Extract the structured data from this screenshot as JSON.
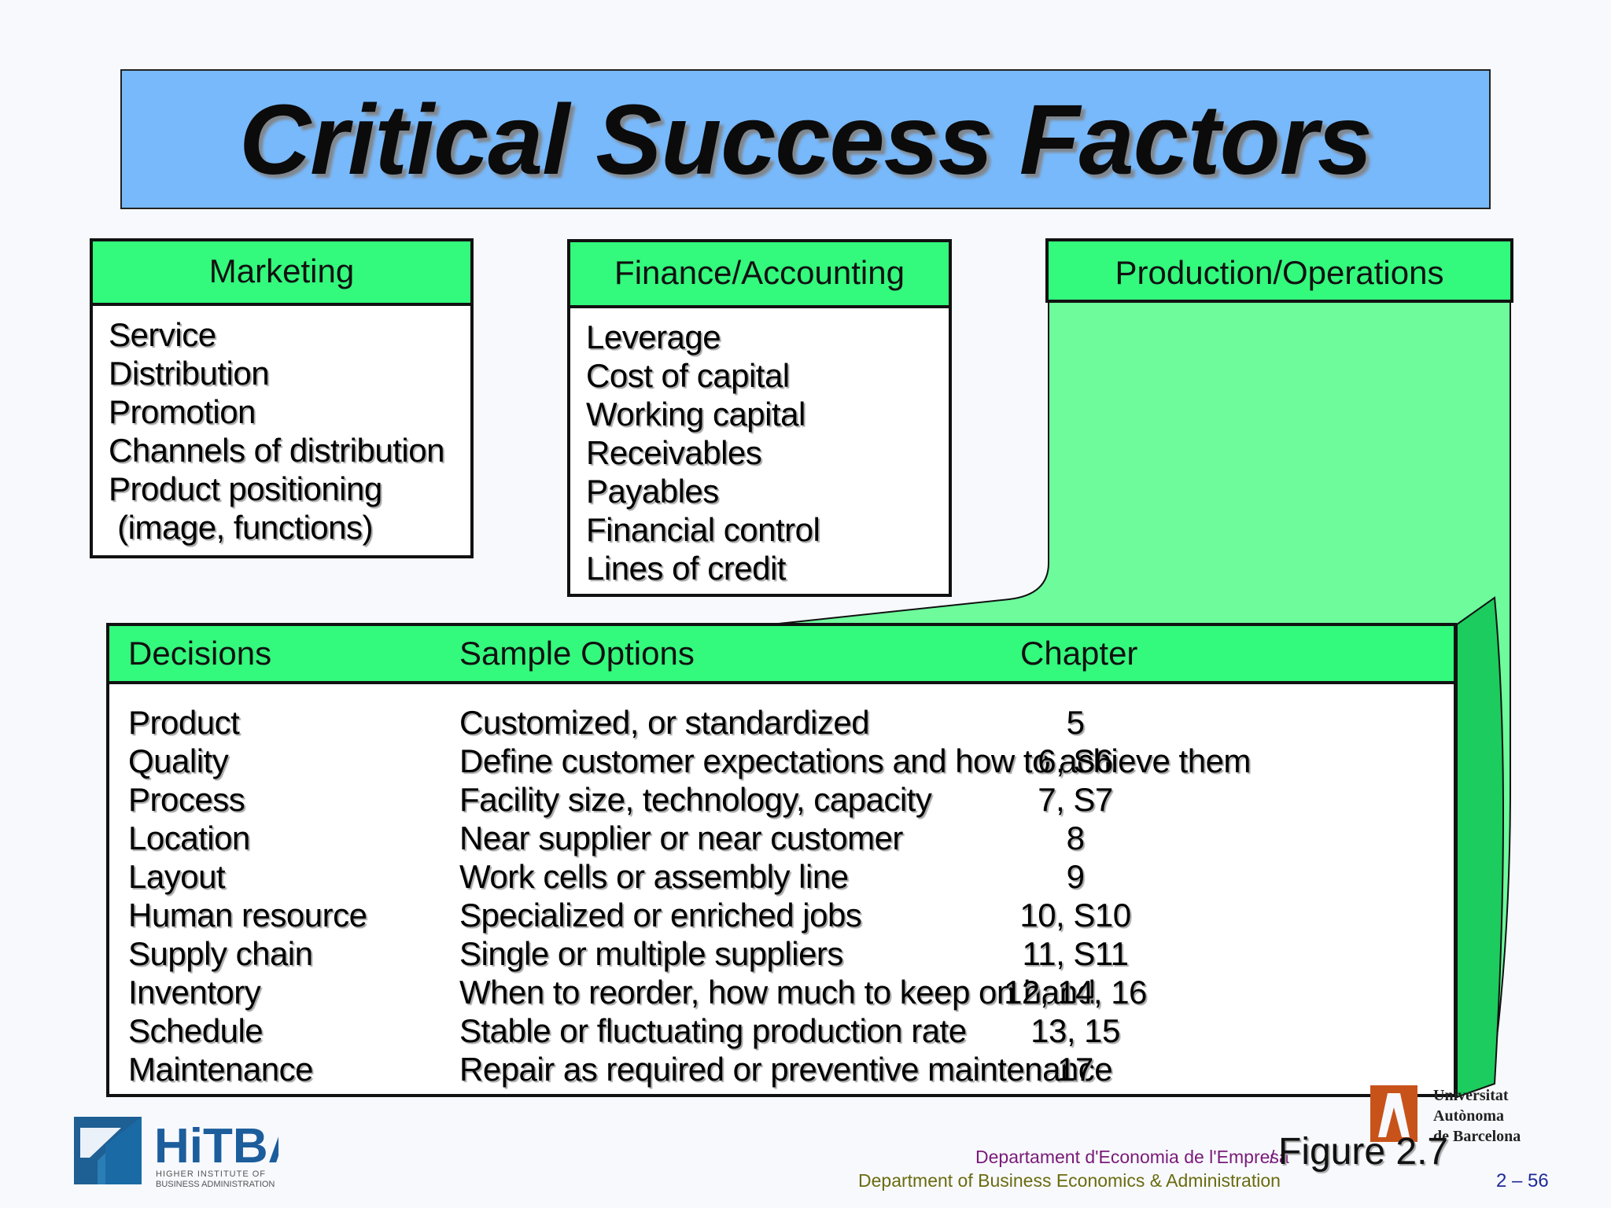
{
  "title": "Critical Success Factors",
  "marketing": {
    "header": "Marketing",
    "items": [
      "Service",
      "Distribution",
      "Promotion",
      "Channels of distribution",
      "Product positioning",
      " (image, functions)"
    ]
  },
  "finance": {
    "header": "Finance/Accounting",
    "items": [
      "Leverage",
      "Cost of capital",
      "Working capital",
      "Receivables",
      "Payables",
      "Financial control",
      "Lines of credit"
    ]
  },
  "production": {
    "header": "Production/Operations"
  },
  "table": {
    "headers": {
      "decisions": "Decisions",
      "options": "Sample Options",
      "chapter": "Chapter"
    },
    "rows": [
      {
        "decision": "Product",
        "option": "Customized, or standardized",
        "chapter": "5"
      },
      {
        "decision": "Quality",
        "option": "Define customer expectations and how to achieve them",
        "chapter": "6, S6"
      },
      {
        "decision": "Process",
        "option": "Facility size, technology, capacity",
        "chapter": "7, S7"
      },
      {
        "decision": "Location",
        "option": "Near supplier or near customer",
        "chapter": "8"
      },
      {
        "decision": "Layout",
        "option": "Work cells or assembly line",
        "chapter": "9"
      },
      {
        "decision": "Human resource",
        "option": "Specialized or enriched jobs",
        "chapter": "10, S10"
      },
      {
        "decision": "Supply chain",
        "option": "Single or multiple suppliers",
        "chapter": "11, S11"
      },
      {
        "decision": "Inventory",
        "option": "When to reorder, how much to keep on hand",
        "chapter": "12, 14, 16"
      },
      {
        "decision": "Schedule",
        "option": "Stable or fluctuating production rate",
        "chapter": "13, 15"
      },
      {
        "decision": "Maintenance",
        "option": "Repair as required or preventive maintenance",
        "chapter": "17"
      }
    ]
  },
  "footer": {
    "hitba_logo_text": "HiTBA",
    "hitba_subtitle_1": "HIGHER INSTITUTE OF",
    "hitba_subtitle_2": "BUSINESS ADMINISTRATION",
    "dept_catalan": "Departament d'Economia de l'Empresa",
    "slash": "/",
    "figure": "Figure 2.7",
    "dept_english": "Department of Business Economics & Administration",
    "page_number": "2 – 56",
    "uab_lines": [
      "Universitat",
      "Autònoma",
      "de Barcelona"
    ]
  },
  "colors": {
    "title_bg": "#78b9fb",
    "header_green": "#33f97c",
    "callout_green": "#6dfb9c",
    "callout_side": "#1ccc5e"
  }
}
